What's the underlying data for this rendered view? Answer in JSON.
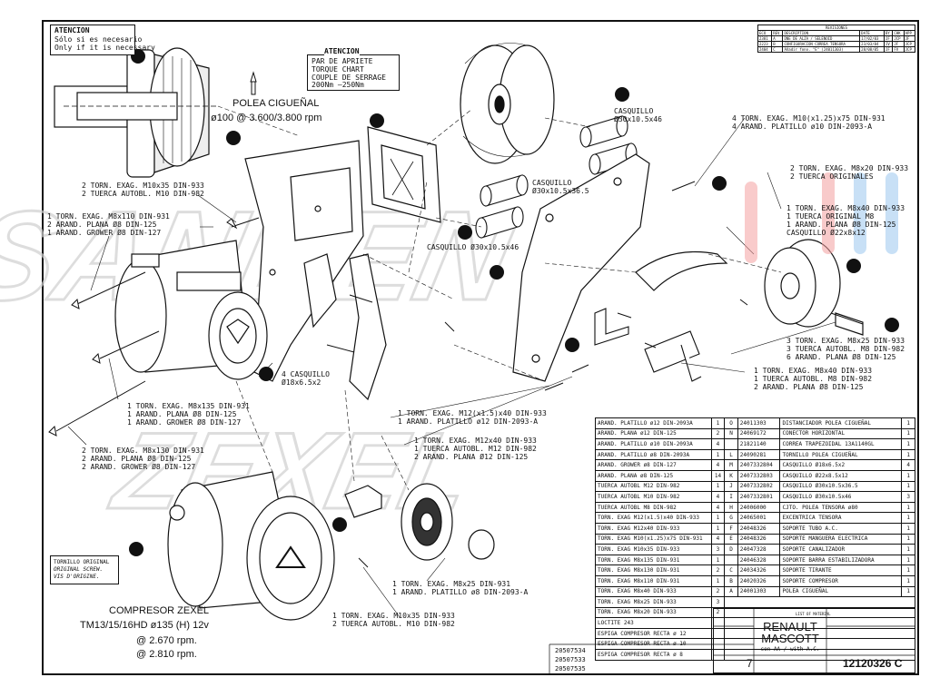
{
  "warnings": {
    "attention_title": "ATENCION",
    "attention_es": "Sólo si es necesario",
    "attention_en": "Only if it is necessary",
    "torque_title": "ATENCION",
    "torque_lines": [
      "PAR DE APRIETE",
      "TORQUE CHART",
      "COUPLE DE SERRAGE"
    ],
    "torque_value": "200Nm —250Nm"
  },
  "pulley": {
    "name": "POLEA CIGUEÑAL",
    "spec": "ø100 @ 3.600/3.800 rpm"
  },
  "compressor": {
    "title": "COMPRESOR ZEXEL",
    "model": "TM13/15/16HD ø135 (H) 12v",
    "rpm1": "@ 2.670 rpm.",
    "rpm2": "@ 2.810 rpm."
  },
  "screw_note": [
    "TORNILLO ORIGINAL",
    "ORIGINAL SCREW.",
    "VIS D'ORIGINE."
  ],
  "labels": [
    {
      "id": "l1",
      "lines": [
        "2 TORN. EXAG. M10x35 DIN-933",
        "2 TUERCA AUTOBL. M10 DIN-982"
      ]
    },
    {
      "id": "l2",
      "lines": [
        "1 TORN. EXAG. M8x110 DIN-931",
        "2 ARAND. PLANA Ø8 DIN-125",
        "1 ARAND. GROWER Ø8 DIN-127"
      ]
    },
    {
      "id": "l3",
      "lines": [
        "1 TORN. EXAG. M8x135 DIN-931",
        "1 ARAND. PLANA Ø8 DIN-125",
        "1 ARAND. GROWER Ø8 DIN-127"
      ]
    },
    {
      "id": "l4",
      "lines": [
        "2 TORN. EXAG. M8x130 DIN-931",
        "2 ARAND. PLANA Ø8 DIN-125",
        "2 ARAND. GROWER Ø8 DIN-127"
      ]
    },
    {
      "id": "l5",
      "lines": [
        "4 CASQUILLO",
        "Ø18x6.5x2"
      ]
    },
    {
      "id": "l6",
      "lines": [
        "1 TORN. EXAG. M12(x1.5)x40 DIN-933",
        "1 ARAND. PLATILLO ø12 DIN-2093-A"
      ]
    },
    {
      "id": "l7",
      "lines": [
        "1 TORN. EXAG. M12x40 DIN-933",
        "1 TUERCA AUTOBL. M12 DIN-982",
        "2 ARAND. PLANA Ø12 DIN-125"
      ]
    },
    {
      "id": "l8",
      "lines": [
        "1 TORN. EXAG. M8x25 DIN-931",
        "1 ARAND. PLATILLO ø8 DIN-2093-A"
      ]
    },
    {
      "id": "l9",
      "lines": [
        "1 TORN. EXAG. M10x35 DIN-933",
        "2 TUERCA AUTOBL. M10 DIN-982"
      ]
    },
    {
      "id": "l10",
      "lines": [
        "CASQUILLO",
        "Ø30x10.5x46"
      ]
    },
    {
      "id": "l11",
      "lines": [
        "CASQUILLO",
        "Ø30x10.5x36.5"
      ]
    },
    {
      "id": "l12",
      "lines": [
        "CASQUILLO Ø30x10.5x46"
      ]
    },
    {
      "id": "l13",
      "lines": [
        "4 TORN. EXAG. M10(x1.25)x75 DIN-931",
        "4 ARAND. PLATILLO ø10 DIN-2093-A"
      ]
    },
    {
      "id": "l14",
      "lines": [
        "2 TORN. EXAG. M8x20 DIN-933",
        "2 TUERCA ORIGINALES"
      ]
    },
    {
      "id": "l15",
      "lines": [
        "1 TORN. EXAG. M8x40 DIN-933",
        "1 TUERCA ORIGINAL M8",
        "1 ARAND. PLANA Ø8 DIN-125",
        "CASQUILLO Ø22x8x12"
      ]
    },
    {
      "id": "l16",
      "lines": [
        "3 TORN. EXAG. M8x25 DIN-933",
        "3 TUERCA AUTOBL. M8 DIN-982",
        "6 ARAND. PLANA Ø8 DIN-125"
      ]
    },
    {
      "id": "l17",
      "lines": [
        "1 TORN. EXAG. M8x40 DIN-933",
        "1 TUERCA AUTOBL. M8 DIN-982",
        "2 ARAND. PLANA Ø8 DIN-125"
      ]
    }
  ],
  "revisions": {
    "header": "REVISIONES",
    "cols": [
      "ECO",
      "REV",
      "DESCRIPTION",
      "DATE",
      "BY",
      "CHK",
      "APP"
    ],
    "rows": [
      [
        "2381",
        "A",
        "DNE DE ALZA / SELENOID",
        "17/02/03",
        "JF",
        "JCP",
        "JF"
      ],
      [
        "2223",
        "B",
        "CONFIGURACION CORREA TENSORA",
        "23/03/04",
        "JV",
        "JF",
        "JCP"
      ],
      [
        "2404",
        "C",
        "Añadir fono. \"E\" (24011303)",
        "28/08/05",
        "JF",
        "FV",
        "JCP"
      ]
    ]
  },
  "fasteners": [
    [
      "ARAND. PLATILLO ø12 DIN-2093A",
      "1"
    ],
    [
      "ARAND. PLANA ø12 DIN-125",
      "2"
    ],
    [
      "ARAND. PLATILLO ø10 DIN-2093A",
      "4"
    ],
    [
      "ARAND. PLATILLO ø8 DIN-2093A",
      "1"
    ],
    [
      "ARAND. GROWER ø8 DIN-127",
      "4"
    ],
    [
      "ARAND. PLANA ø8 DIN-125",
      "14"
    ],
    [
      "TUERCA AUTOBL M12 DIN-982",
      "1"
    ],
    [
      "TUERCA AUTOBL M10 DIN-982",
      "4"
    ],
    [
      "TUERCA AUTOBL M8 DIN-982",
      "4"
    ],
    [
      "TORN. EXAG M12(x1.5)x40 DIN-933",
      "1"
    ],
    [
      "TORN. EXAG M12x40 DIN-933",
      "1"
    ],
    [
      "TORN. EXAG M10(x1.25)x75 DIN-931",
      "4"
    ],
    [
      "TORN. EXAG M10x35 DIN-933",
      "3"
    ],
    [
      "TORN. EXAG M8x135 DIN-931",
      "1"
    ],
    [
      "TORN. EXAG M8x130 DIN-931",
      "2"
    ],
    [
      "TORN. EXAG M8x110 DIN-931",
      "1"
    ],
    [
      "TORN. EXAG M8x40 DIN-933",
      "2"
    ],
    [
      "TORN. EXAG M8x25 DIN-933",
      "3"
    ],
    [
      "TORN. EXAG M8x20 DIN-933",
      "2"
    ],
    [
      "LOCTITE 243",
      ""
    ],
    [
      "ESPIGA COMPRESOR RECTA ø 12",
      ""
    ],
    [
      "ESPIGA COMPRESOR RECTA ø 10",
      ""
    ],
    [
      "ESPIGA COMPRESOR RECTA ø 8",
      ""
    ]
  ],
  "parts": [
    [
      "O",
      "24011303",
      "DISTANCIADOR POLEA CIGUEÑAL",
      "1"
    ],
    [
      "N",
      "24069172",
      "CONECTOR HORIZONTAL",
      "1"
    ],
    [
      "",
      "21821140",
      "CORREA TRAPEZOIDAL 13A1140GL",
      "1"
    ],
    [
      "L",
      "24090281",
      "TORNILLO POLEA CIGUEÑAL",
      "1"
    ],
    [
      "M",
      "2407332804",
      "CASQUILLO Ø18x6.5x2",
      "4"
    ],
    [
      "K",
      "2407332803",
      "CASQUILLO Ø22x8.5x12",
      "1"
    ],
    [
      "J",
      "2407332802",
      "CASQUILLO Ø30x10.5x36.5",
      "1"
    ],
    [
      "I",
      "2407332801",
      "CASQUILLO Ø30x10.5x46",
      "3"
    ],
    [
      "H",
      "24006000",
      "CJTO. POLEA TENSORA ø80",
      "1"
    ],
    [
      "G",
      "24065001",
      "EXCENTRICA TENSORA",
      "1"
    ],
    [
      "F",
      "24048326",
      "SOPORTE TUBO A.C.",
      "1"
    ],
    [
      "E",
      "24048326",
      "SOPORTE MANGUERA ELECTRICA",
      "1"
    ],
    [
      "D",
      "24047328",
      "SOPORTE CANALIZADOR",
      "1"
    ],
    [
      "",
      "24046328",
      "SOPORTE BARRA ESTABILIZADORA",
      "1"
    ],
    [
      "C",
      "24034326",
      "SOPORTE TIRANTE",
      "1"
    ],
    [
      "B",
      "24020326",
      "SOPORTE COMPRESOR",
      "1"
    ],
    [
      "A",
      "24001303",
      "POLEA CIGUEÑAL",
      "1"
    ]
  ],
  "codes": [
    "20507534",
    "20507533",
    "20507535"
  ],
  "titleblock": {
    "list_label": "LIST OF MATERIAL",
    "name1": "RENAULT",
    "name2": "MASCOTT",
    "sub": "con AA / with A.C.",
    "sheet": "7",
    "code": "12120326",
    "rev": "C"
  },
  "watermark": "SANDEN ZEXEL"
}
